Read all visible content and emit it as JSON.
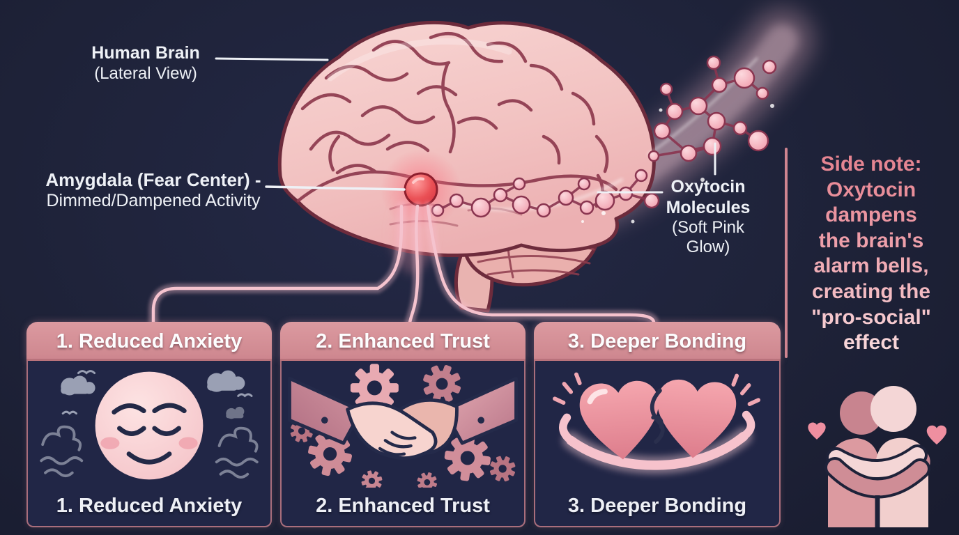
{
  "colors": {
    "background": "#1e2238",
    "connector_pink": "#f5c3ce",
    "card_header_rose": "#d18d94",
    "side_note_pink": "#ec9aa5",
    "amygdala_red": "#e2414d",
    "brain_pink": "#f2c3c2"
  },
  "labels": {
    "human_brain": {
      "title": "Human Brain",
      "subtitle": "(Lateral View)"
    },
    "amygdala": {
      "line1": "Amygdala (Fear Center) -",
      "line2": "Dimmed/Dampened Activity"
    },
    "oxytocin": {
      "line1": "Oxytocin",
      "line2": "Molecules",
      "line3": "(Soft Pink",
      "line4": "Glow)"
    }
  },
  "side_note": {
    "lines": [
      "Side note:",
      "Oxytocin",
      "dampens",
      "the brain's",
      "alarm bells,",
      "creating the",
      "\"pro-social\"",
      "effect"
    ]
  },
  "cards": [
    {
      "header": "1. Reduced Anxiety",
      "caption": "1. Reduced Anxiety",
      "icon": "calm-face-icon"
    },
    {
      "header": "2. Enhanced Trust",
      "caption": "2. Enhanced Trust",
      "icon": "handshake-gears-icon"
    },
    {
      "header": "3. Deeper Bonding",
      "caption": "3. Deeper Bonding",
      "icon": "linked-hearts-icon"
    }
  ],
  "decorations": {
    "brain_illustration": "human-brain-lateral-view",
    "molecule_graphic": "oxytocin-molecules-soft-pink-glow",
    "bottom_right_icon": "hugging-figures-icon"
  }
}
